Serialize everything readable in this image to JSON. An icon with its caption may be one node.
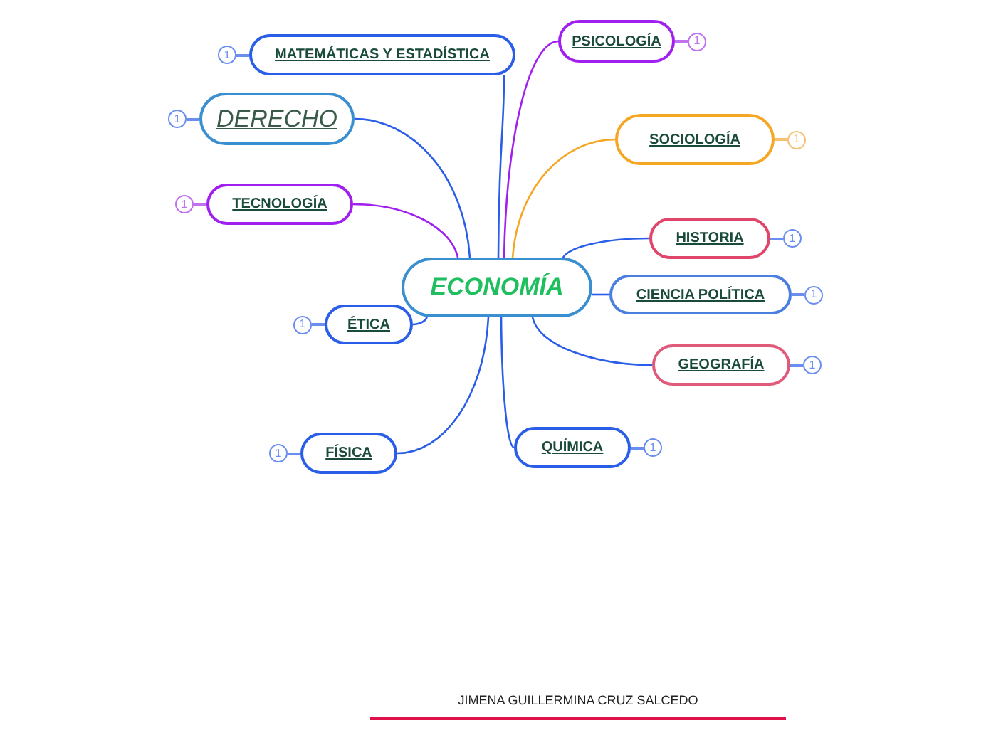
{
  "diagram": {
    "nodes": [
      {
        "text": [
          "ECONOMÍA"
        ]
      },
      {
        "text": [
          "MATEMÁTICAS Y ESTADÍSTICA"
        ],
        "beside": [
          "1"
        ]
      },
      {
        "text": [
          "DERECHO"
        ],
        "beside": [
          "1"
        ]
      },
      {
        "text": [
          "TECNOLOGÍA"
        ],
        "beside": [
          "1"
        ]
      },
      {
        "text": [
          "ÉTICA"
        ],
        "beside": [
          "1"
        ]
      },
      {
        "text": [
          "FÍSICA"
        ],
        "beside": [
          "1"
        ]
      },
      {
        "text": [
          "PSICOLOGÍA"
        ],
        "beside": [
          "1"
        ]
      },
      {
        "text": [
          "SOCIOLOGÍA"
        ],
        "beside": [
          "1"
        ]
      },
      {
        "text": [
          "HISTORIA"
        ],
        "beside": [
          "1"
        ]
      },
      {
        "text": [
          "CIENCIA POLÍTICA"
        ],
        "beside": [
          "1"
        ]
      },
      {
        "text": [
          "GEOGRAFÍA"
        ],
        "beside": [
          "1"
        ]
      },
      {
        "text": [
          "QUÍMICA"
        ],
        "beside": [
          "1"
        ]
      }
    ],
    "edges": [
      {
        "from": 0,
        "to": 1,
        "arrow": "none"
      },
      {
        "from": 0,
        "to": 2,
        "arrow": "none"
      },
      {
        "from": 0,
        "to": 3,
        "arrow": "none",
        "color": "#a020f0"
      },
      {
        "from": 0,
        "to": 4,
        "arrow": "none"
      },
      {
        "from": 0,
        "to": 5,
        "arrow": "none"
      },
      {
        "from": 0,
        "to": 6,
        "arrow": "none",
        "color": "#a020f0"
      },
      {
        "from": 0,
        "to": 7,
        "arrow": "none",
        "color": "#f5a623"
      },
      {
        "from": 0,
        "to": 8,
        "arrow": "none"
      },
      {
        "from": 0,
        "to": 9,
        "arrow": "none"
      },
      {
        "from": 0,
        "to": 10,
        "arrow": "none"
      },
      {
        "from": 0,
        "to": 11,
        "arrow": "none"
      }
    ],
    "labels": [
      "JIMENA GUILLERMINA CRUZ SALCEDO"
    ]
  }
}
